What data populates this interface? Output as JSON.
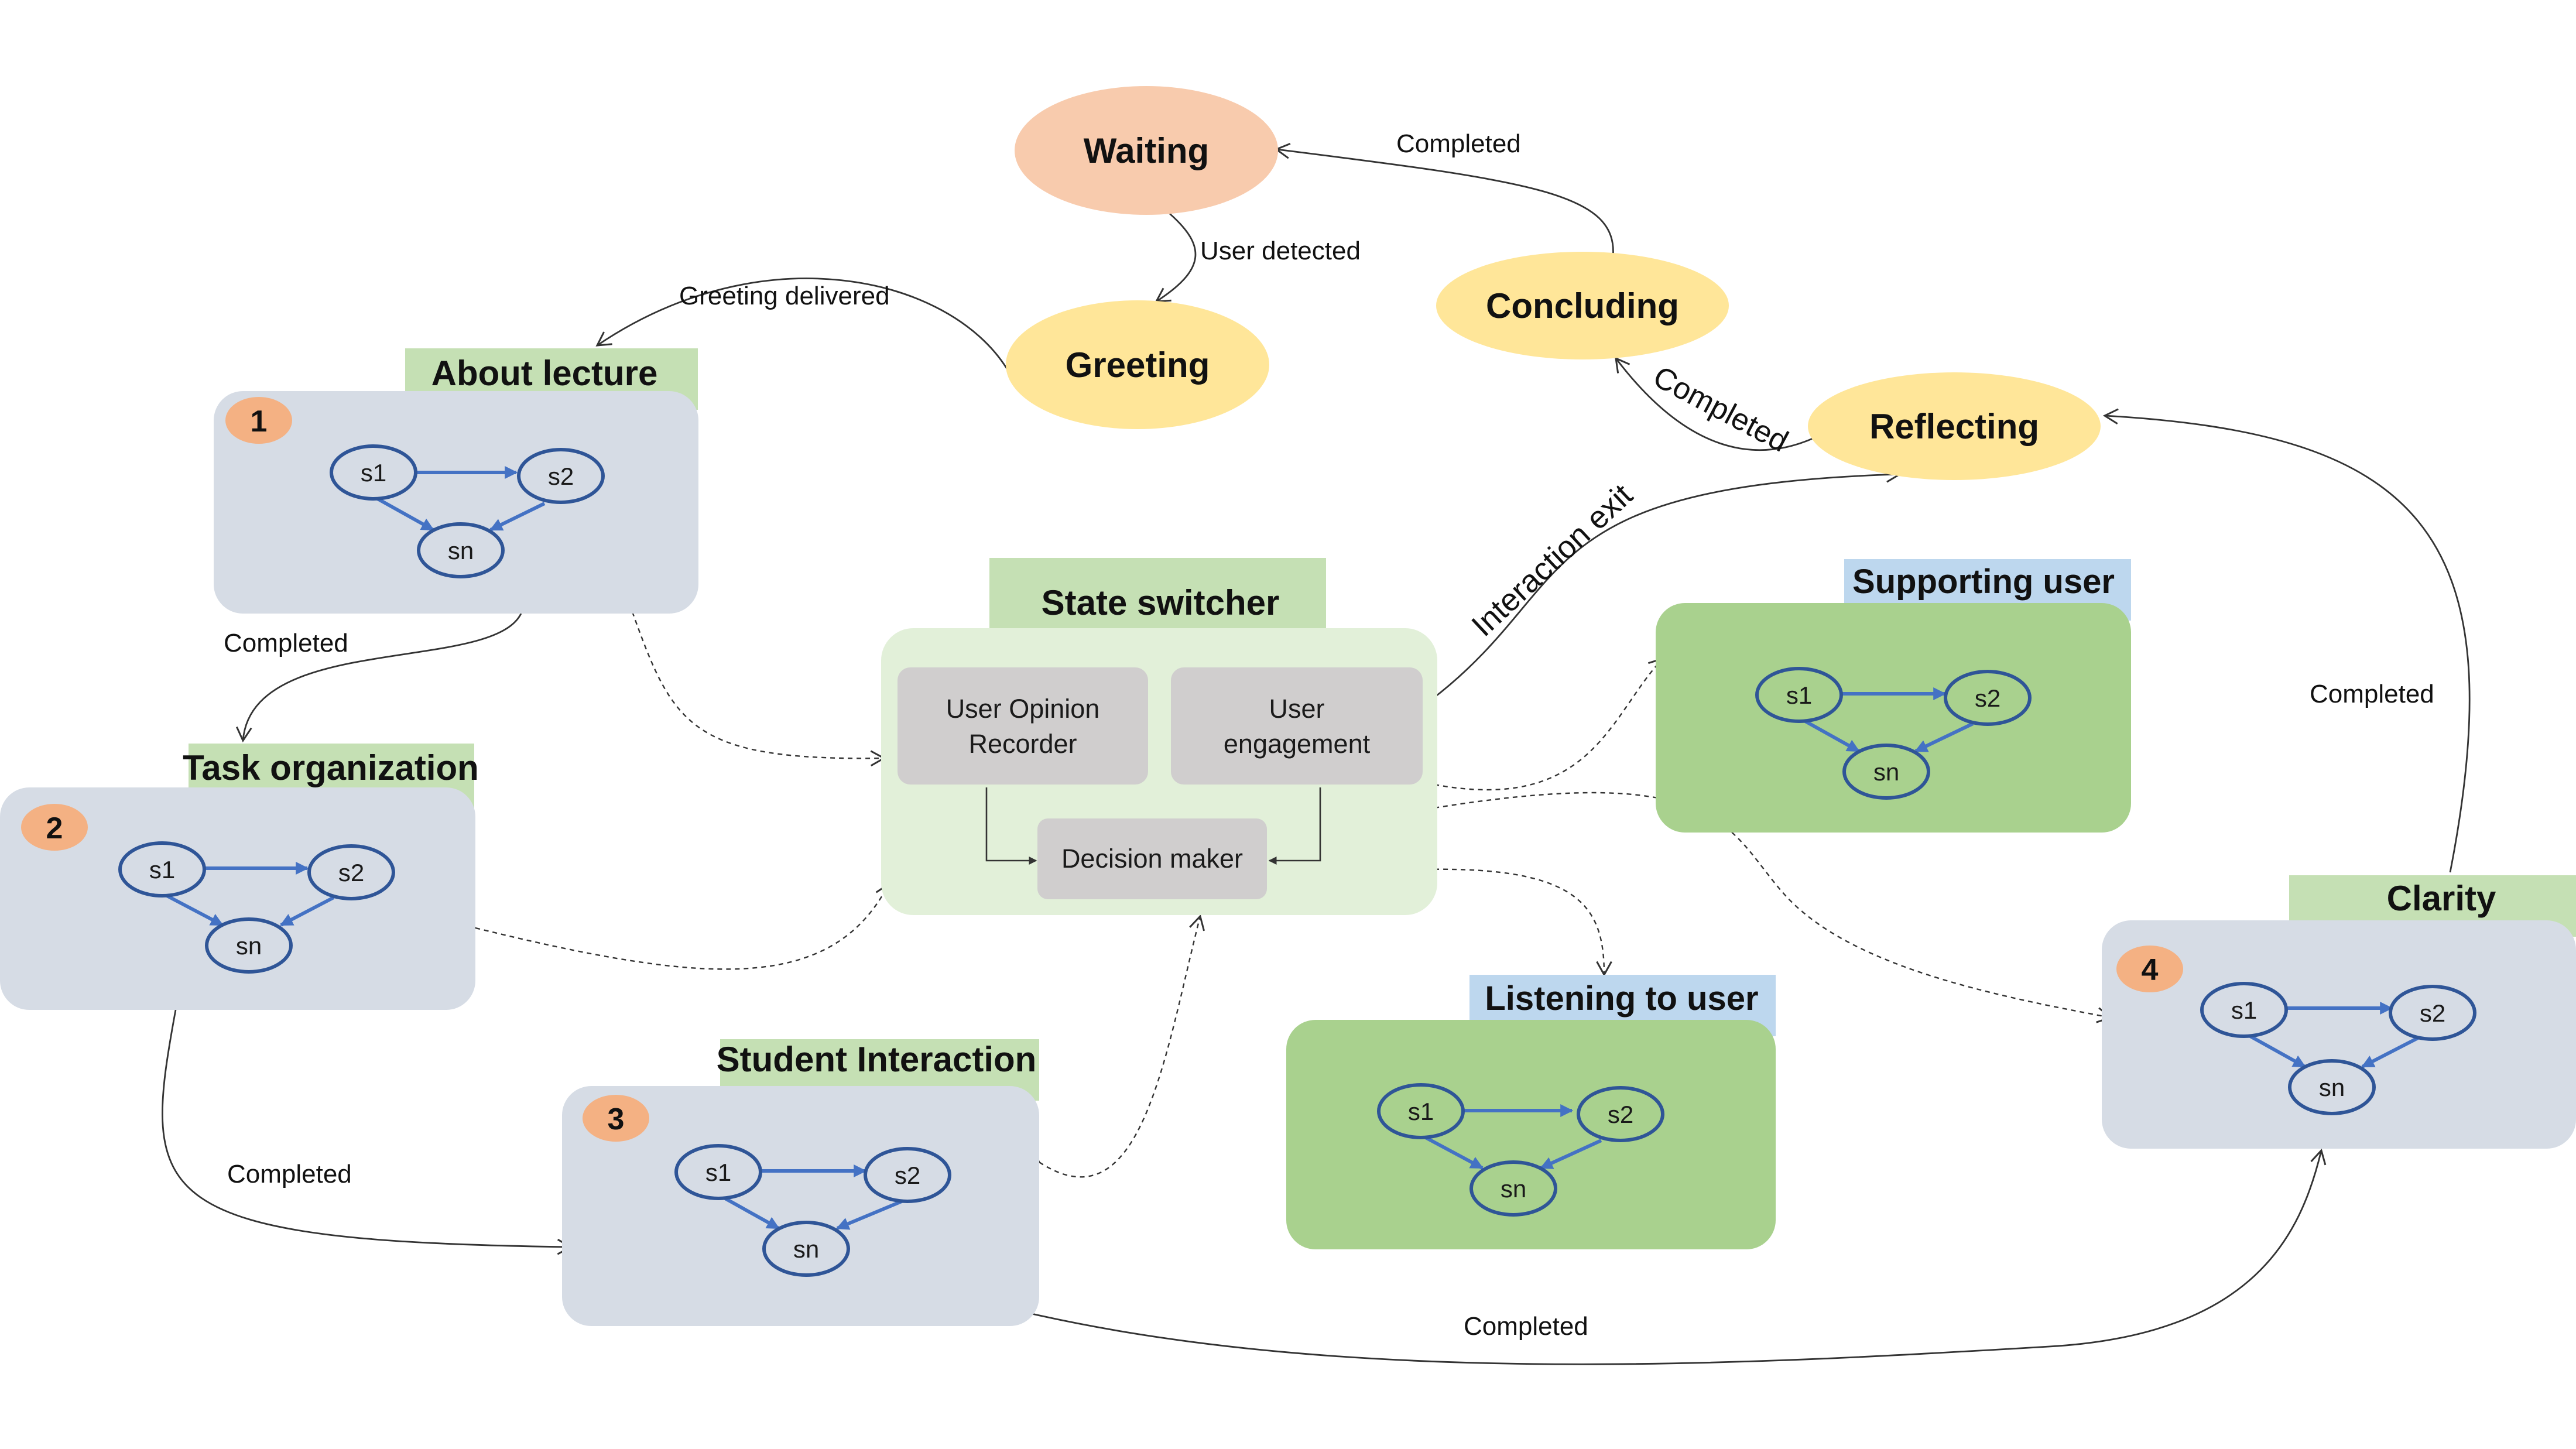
{
  "colors": {
    "state_blue": "#d6dce5",
    "tab_green": "#c5e0b4",
    "tab_blue": "#bdd7ee",
    "green_card": "#a9d18e",
    "switcher_bg": "#e2f0d9",
    "inner_box": "#d0cece",
    "salmon": "#f8cbad",
    "yellow": "#ffe699",
    "badge": "#f4b183",
    "node_stroke": "#2f5597",
    "node_arrow": "#4472c4",
    "connector": "#333333"
  },
  "nodes": {
    "waiting": "Waiting",
    "greeting": "Greeting",
    "concluding": "Concluding",
    "reflecting": "Reflecting"
  },
  "states": {
    "about_lecture": {
      "title": "About lecture",
      "badge": "1"
    },
    "task_organization": {
      "title": "Task organization",
      "badge": "2"
    },
    "student_interaction": {
      "title": "Student Interaction",
      "badge": "3"
    },
    "clarity": {
      "title": "Clarity",
      "badge": "4"
    },
    "supporting_user": {
      "title": "Supporting user"
    },
    "listening_user": {
      "title": "Listening to user"
    }
  },
  "subgraph": {
    "s1": "s1",
    "s2": "s2",
    "sn": "sn"
  },
  "switcher": {
    "title": "State switcher",
    "opinion_line1": "User Opinion",
    "opinion_line2": "Recorder",
    "engagement_line1": "User",
    "engagement_line2": "engagement",
    "decision": "Decision maker"
  },
  "edges": {
    "user_detected": "User detected",
    "greeting_delivered": "Greeting delivered",
    "completed_waiting": "Completed",
    "completed_reflect": "Completed",
    "interaction_exit": "Interaction exit",
    "completed_clarity": "Completed",
    "completed_1_2": "Completed",
    "completed_2_3": "Completed",
    "completed_3_4": "Completed"
  }
}
